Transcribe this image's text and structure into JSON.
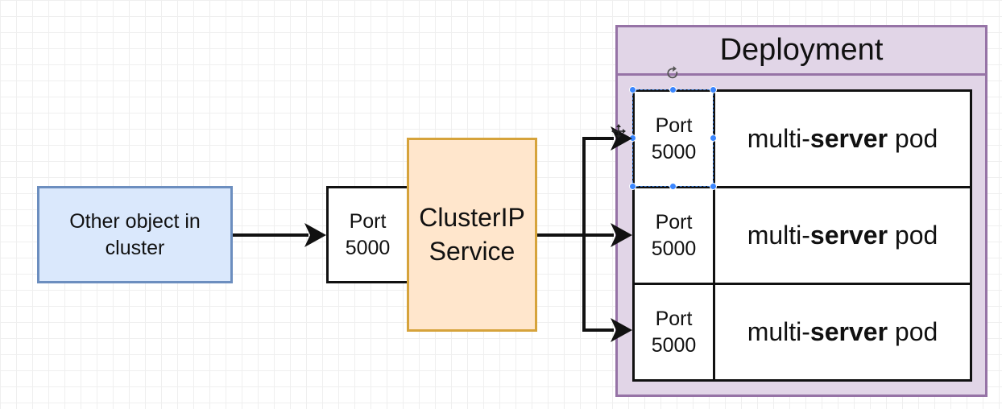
{
  "nodes": {
    "other_object": "Other object in cluster",
    "service_port": {
      "line1": "Port",
      "line2": "5000"
    },
    "cluster_ip": {
      "line1": "ClusterIP",
      "line2": "Service"
    }
  },
  "deployment": {
    "title": "Deployment",
    "pods": [
      {
        "port_line1": "Port",
        "port_line2": "5000",
        "name_prefix": "multi-",
        "name_bold": "server",
        "name_suffix": "pod"
      },
      {
        "port_line1": "Port",
        "port_line2": "5000",
        "name_prefix": "multi-",
        "name_bold": "server",
        "name_suffix": "pod"
      },
      {
        "port_line1": "Port",
        "port_line2": "5000",
        "name_prefix": "multi-",
        "name_bold": "server",
        "name_suffix": "pod"
      }
    ]
  },
  "colors": {
    "other_fill": "#dae8fc",
    "other_stroke": "#6c8ebf",
    "cluster_fill": "#ffe6cc",
    "cluster_stroke": "#d6a33b",
    "deployment_fill": "#e1d5e7",
    "deployment_stroke": "#9673a6",
    "selection": "#3a86ff"
  },
  "icons": {
    "rotate": "rotate-icon",
    "move": "move-cursor-icon"
  }
}
